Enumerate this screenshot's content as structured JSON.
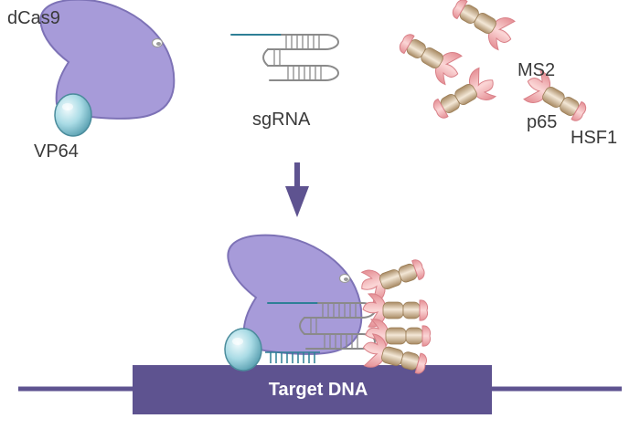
{
  "labels": {
    "dcas9": "dCas9",
    "vp64": "VP64",
    "sgrna": "sgRNA",
    "ms2": "MS2",
    "p65": "p65",
    "hsf1": "HSF1",
    "target_dna": "Target DNA"
  },
  "colors": {
    "dcas9_fill": "#a79bd9",
    "dcas9_stroke": "#7d72b6",
    "vp64_fill": "#8fcad6",
    "dna_bar": "#5e5390",
    "arrow": "#5e5390",
    "sgrna_stroke": "#8a8a8a",
    "spacer": "#2e7f96",
    "ms2_pink": "#f2b6b8",
    "fusion_tan": "#c9b090"
  },
  "icons": [
    "dcas9-protein-icon",
    "vp64-domain-icon",
    "sgrna-hairpin-icon",
    "ms2-p65-hsf1-fusion-icon",
    "down-arrow-icon"
  ]
}
